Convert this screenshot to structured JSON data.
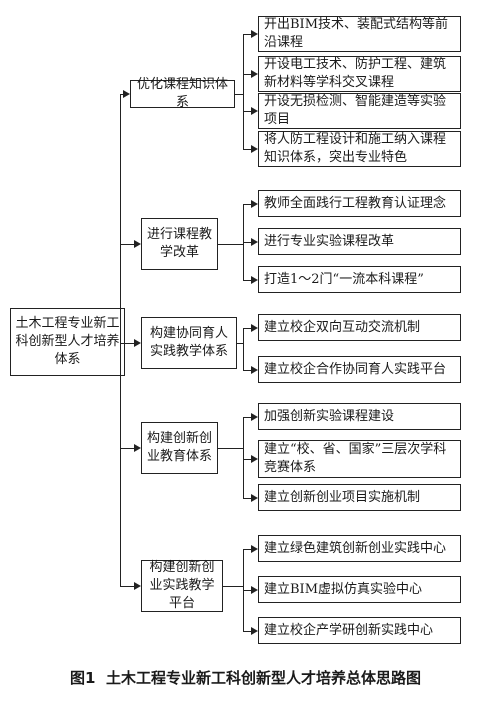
{
  "root": {
    "label": "土木工程专业新工科创新型人才培养体系"
  },
  "categories": [
    {
      "label": "优化课程知识体系",
      "items": [
        "开出BIM技术、装配式结构等前沿课程",
        "开设电工技术、防护工程、建筑新材料等学科交叉课程",
        "开设无损检测、智能建造等实验项目",
        "将人防工程设计和施工纳入课程知识体系，突出专业特色"
      ]
    },
    {
      "label": "进行课程教学改革",
      "items": [
        "教师全面践行工程教育认证理念",
        "进行专业实验课程改革",
        "打造1～2门“一流本科课程”"
      ]
    },
    {
      "label": "构建协同育人实践教学体系",
      "items": [
        "建立校企双向互动交流机制",
        "建立校企合作协同育人实践平台"
      ]
    },
    {
      "label": "构建创新创业教育体系",
      "items": [
        "加强创新实验课程建设",
        "建立“校、省、国家”三层次学科竞赛体系",
        "建立创新创业项目实施机制"
      ]
    },
    {
      "label": "构建创新创业实践教学平台",
      "items": [
        "建立绿色建筑创新创业实践中心",
        "建立BIM虚拟仿真实验中心",
        "建立校企产学研创新实践中心"
      ]
    }
  ],
  "caption": {
    "number": "图1",
    "title": "土木工程专业新工科创新型人才培养总体思路图"
  }
}
